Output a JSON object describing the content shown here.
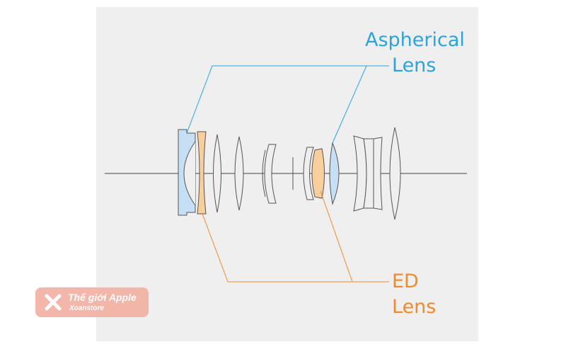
{
  "labels": {
    "aspherical": {
      "line1": "Aspherical",
      "line2": "Lens"
    },
    "ed": {
      "line1": "ED",
      "line2": "Lens"
    }
  },
  "colors": {
    "aspherical": "#2ba4dd",
    "aspherical_fill": "#c6dff4",
    "ed": "#f08a2e",
    "ed_fill": "#f8ce9c",
    "outline": "#555555",
    "axis": "#444444",
    "panel": "#efefef"
  },
  "watermark": {
    "title": "Thế giới Apple",
    "subtitle": "Xoanstore",
    "icon": "x-logo-icon"
  }
}
